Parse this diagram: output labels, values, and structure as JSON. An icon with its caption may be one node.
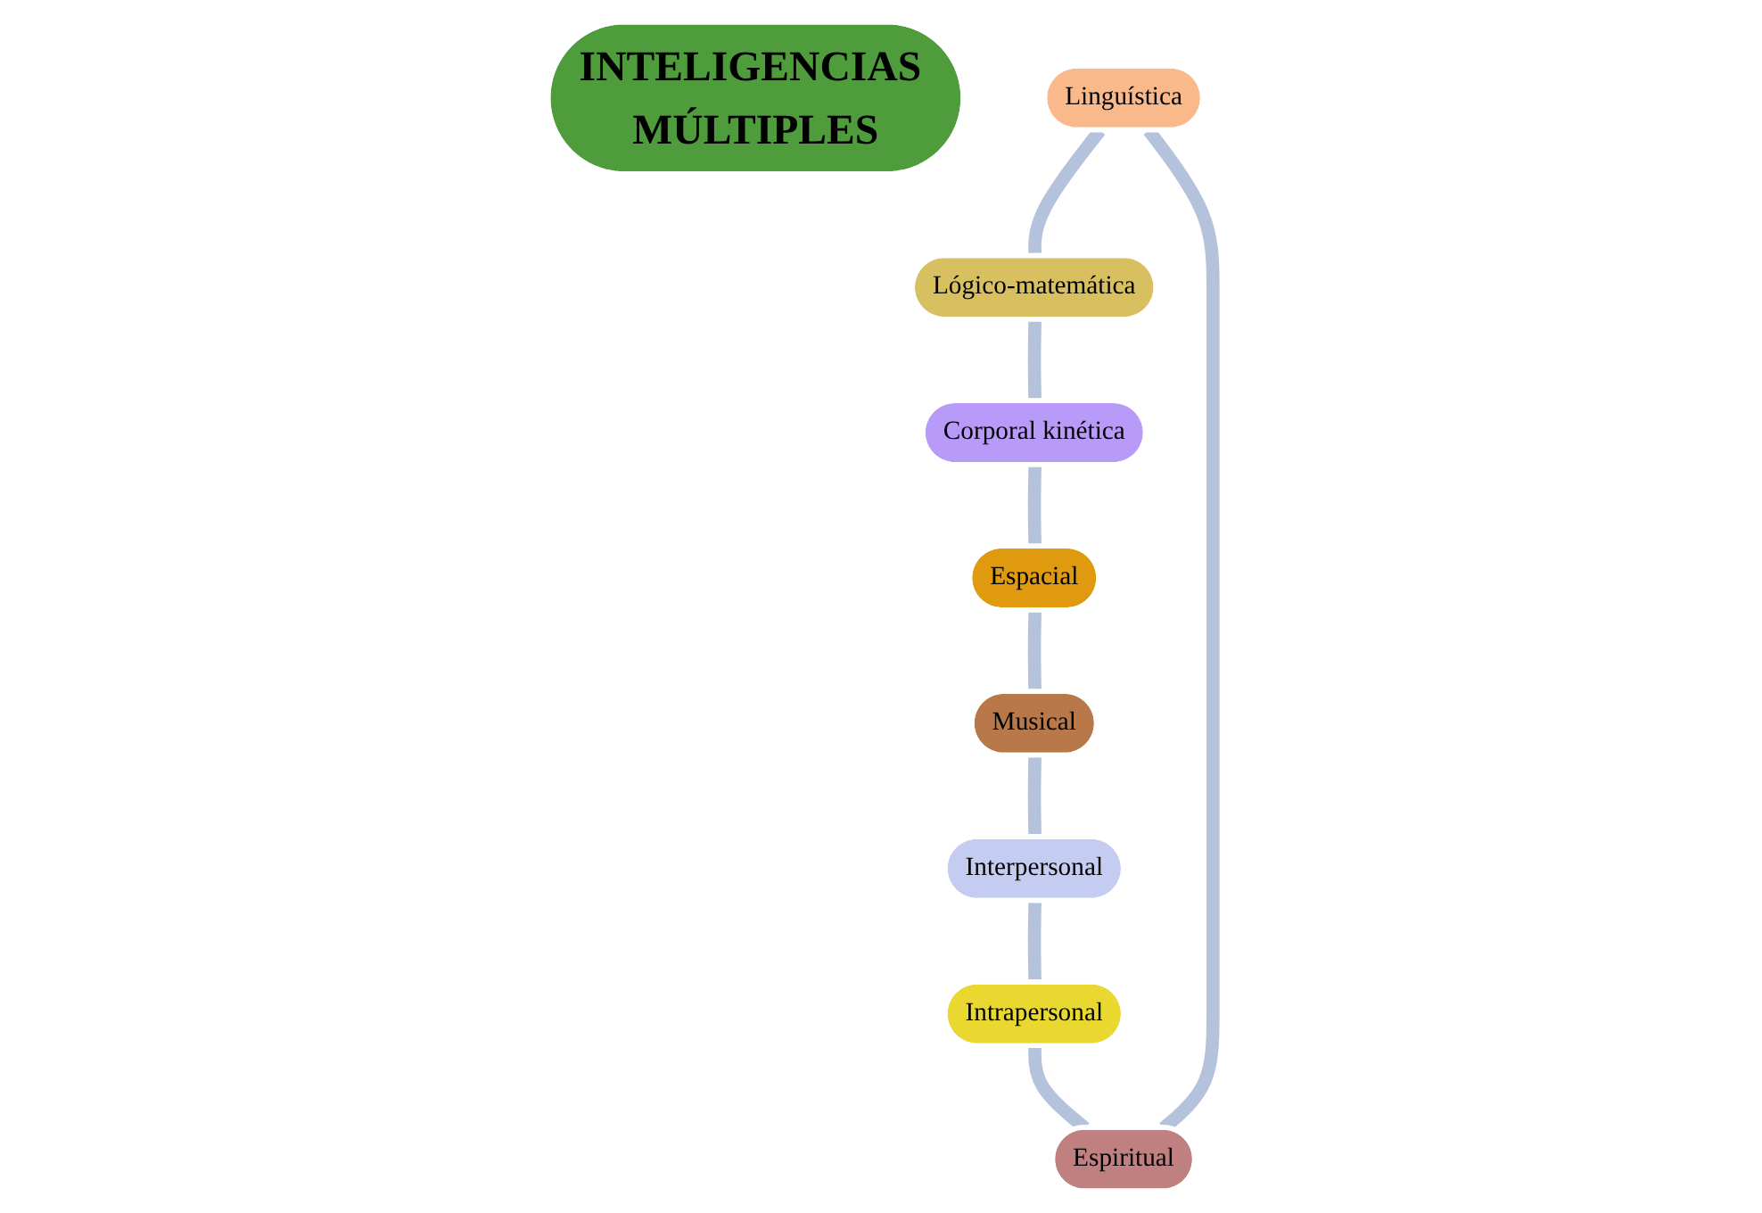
{
  "diagram": {
    "nodes": [
      {
        "text": [
          "INTELIGENCIAS MÚLTIPLES"
        ]
      },
      {
        "text": [
          "Linguística"
        ]
      },
      {
        "text": [
          "Lógico-matemática"
        ]
      },
      {
        "text": [
          "Corporal kinética"
        ]
      },
      {
        "text": [
          "Espacial"
        ]
      },
      {
        "text": [
          "Musical"
        ]
      },
      {
        "text": [
          "Interpersonal"
        ]
      },
      {
        "text": [
          "Intrapersonal"
        ]
      },
      {
        "text": [
          "Espiritual"
        ]
      }
    ],
    "edges": [
      {
        "from": 1,
        "to": 2,
        "arrow": "none"
      },
      {
        "from": 2,
        "to": 3,
        "arrow": "none"
      },
      {
        "from": 3,
        "to": 4,
        "arrow": "none"
      },
      {
        "from": 4,
        "to": 5,
        "arrow": "none"
      },
      {
        "from": 5,
        "to": 6,
        "arrow": "none"
      },
      {
        "from": 6,
        "to": 7,
        "arrow": "none"
      },
      {
        "from": 7,
        "to": 8,
        "arrow": "none"
      },
      {
        "from": 8,
        "to": 1,
        "arrow": "none"
      }
    ]
  }
}
